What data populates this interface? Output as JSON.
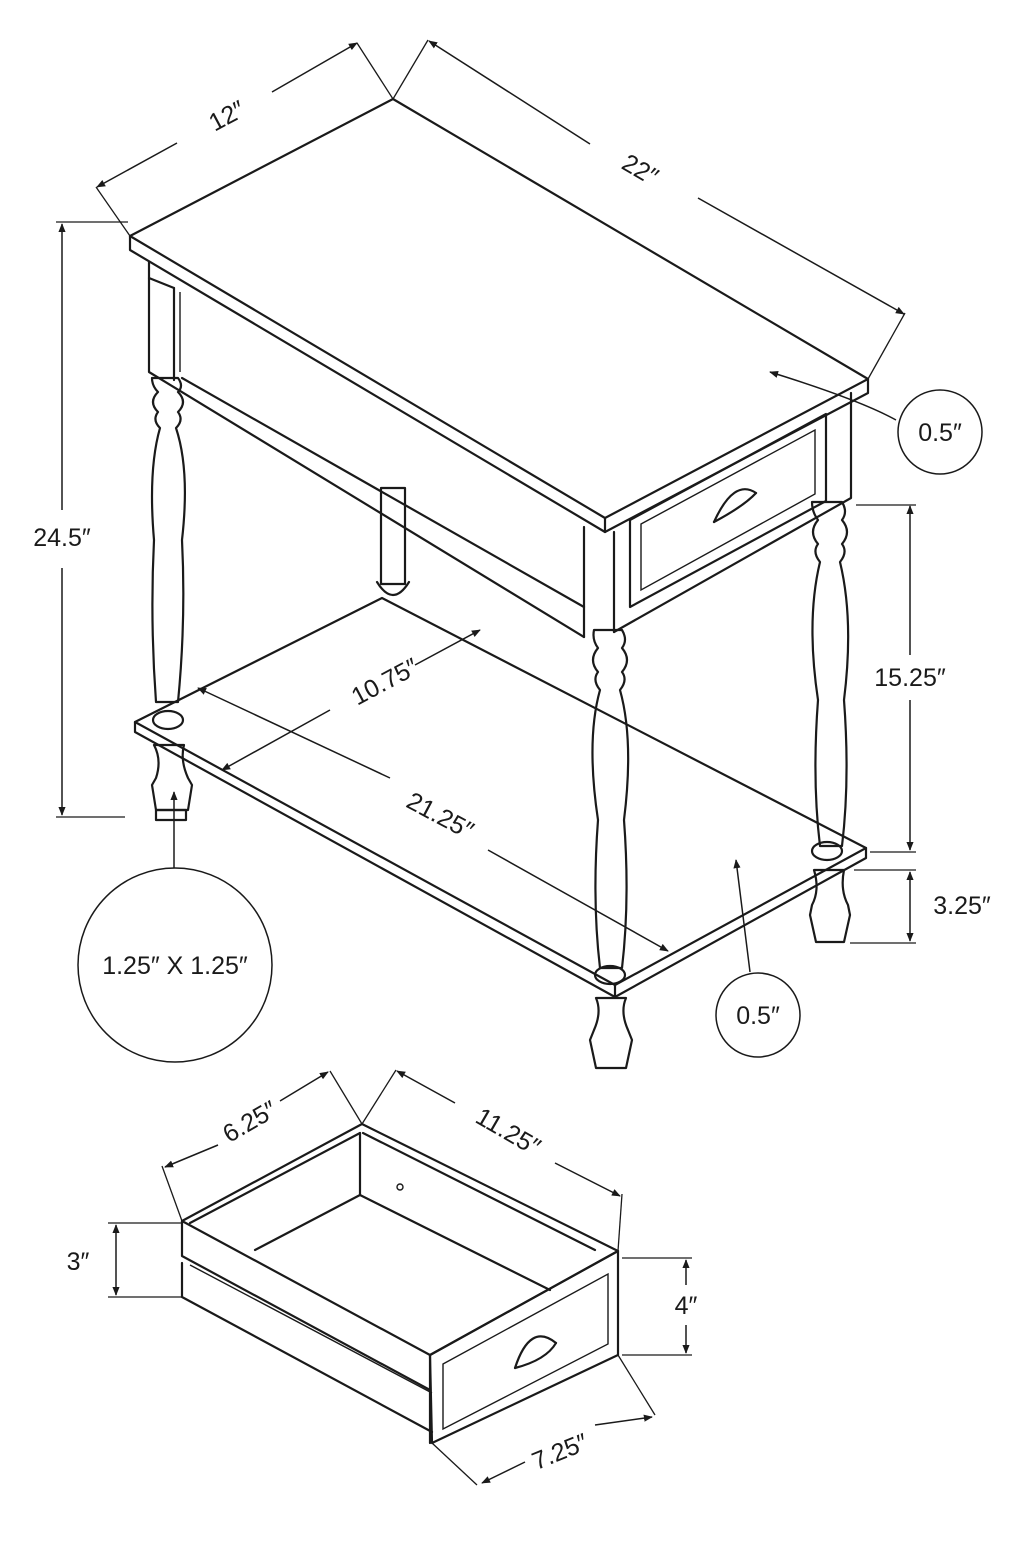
{
  "dimensions": {
    "top_depth": "12″",
    "top_width": "22″",
    "overall_height": "24.5″",
    "top_thickness": "0.5″",
    "shelf_depth": "10.75″",
    "shelf_width": "21.25″",
    "shelf_height": "15.25″",
    "leg_size": "1.25″ X 1.25″",
    "floor_clearance": "3.25″",
    "shelf_thickness": "0.5″",
    "drawer_width": "6.25″",
    "drawer_depth": "11.25″",
    "drawer_inner_height": "3″",
    "drawer_front_height": "4″",
    "drawer_front_width": "7.25″"
  },
  "colors": {
    "line": "#1a1a1a",
    "background": "#ffffff"
  }
}
